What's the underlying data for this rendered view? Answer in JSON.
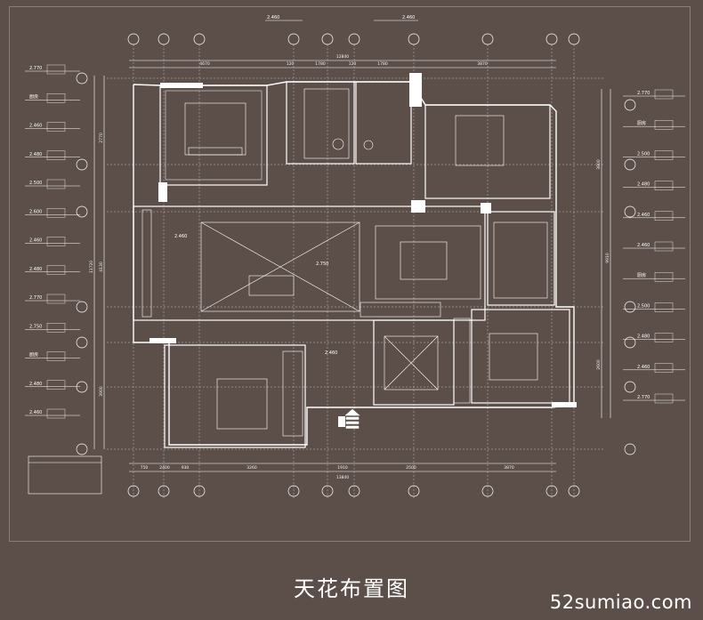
{
  "caption": "天花布置图",
  "watermark": "52sumiao.com",
  "dimensions": {
    "top_total": "12840",
    "top_segments": [
      "4670",
      "120",
      "1780",
      "120",
      "1780",
      "3870"
    ],
    "bottom_total": "13840",
    "bottom_segments": [
      "750",
      "2400",
      "930",
      "3260",
      "1910",
      "2500",
      "3870"
    ],
    "left_total": "11720",
    "left_mid": "4130",
    "left_low": "3900",
    "left_upper": "2770",
    "right_total": "9910",
    "right_upper": "3800",
    "right_lower": "2600"
  },
  "left_levels": [
    "2.770",
    "厨房",
    "2.460",
    "2.480",
    "2.500",
    "2.600",
    "2.460",
    "2.480",
    "2.770",
    "2.750",
    "厨房",
    "2.480",
    "2.460"
  ],
  "right_levels": [
    "2.770",
    "厨房",
    "2.500",
    "2.480",
    "2.460",
    "2.460",
    "厨房",
    "2.500",
    "2.480",
    "2.460",
    "2.770"
  ],
  "top_levels": [
    "2.460",
    "2.460"
  ],
  "interior_levels": [
    "2.460",
    "2.750",
    "2.460"
  ],
  "palette": {
    "background": "#5c4f4a",
    "line": "#ffffff"
  }
}
